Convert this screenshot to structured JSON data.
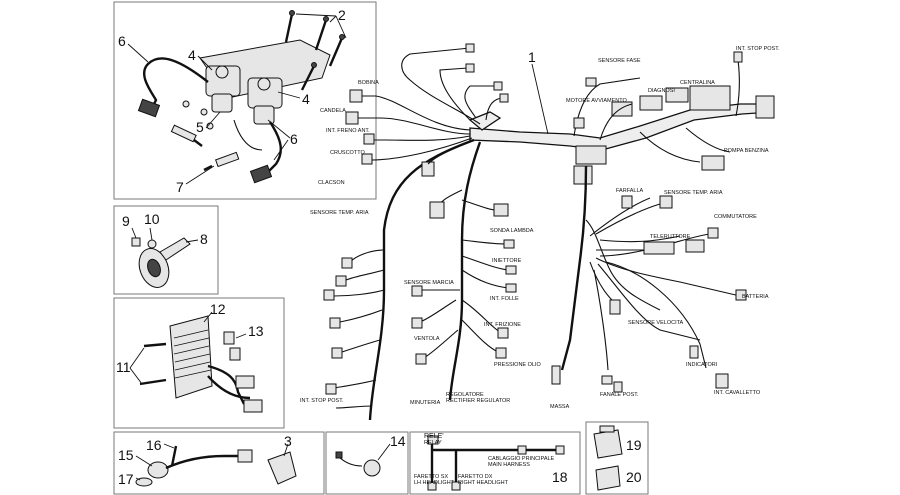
{
  "callouts": [
    "1",
    "2",
    "3",
    "4",
    "5",
    "6",
    "7",
    "8",
    "9",
    "10",
    "11",
    "12",
    "13",
    "14",
    "15",
    "16",
    "17",
    "18",
    "19",
    "20"
  ],
  "labels": {
    "rele": "RELE'",
    "rele_sub": "RELAY",
    "cablaggio": "CABLAGGIO PRINCIPALE",
    "cablaggio_sub": "MAIN HARNESS",
    "faretto_sx": "FARETTO SX",
    "faretto_sx_sub": "LH HEADLIGHT",
    "faretto_dx": "FARETTO DX",
    "faretto_dx_sub": "RIGHT HEADLIGHT",
    "int_stop_post": "INT. STOP POST.",
    "regolatore": "REGOLATORE",
    "regolatore_sub": "RECTIFIER REGULATOR",
    "sensore_fase": "SENSORE FASE",
    "motore_avviamento": "MOTORE AVVIAMENTO",
    "sonda_lambda": "SONDA LAMBDA",
    "bobina": "BOBINA",
    "candela": "CANDELA",
    "clacson": "CLACSON",
    "teleruttore": "TELERUTTORE",
    "sensore_velocita": "SENSORE VELOCITA",
    "sensore_marcia": "SENSORE MARCIA",
    "pompa_benzina": "POMPA BENZINA",
    "freno_ant": "INT. FRENO ANT.",
    "temp_aria": "SENSORE TEMP. ARIA",
    "massa": "MASSA",
    "centralina": "CENTRALINA",
    "cavalletto": "INT. CAVALLETTO",
    "frizione": "INT. FRIZIONE",
    "iniettore": "INIETTORE",
    "folle": "INT. FOLLE",
    "ventola": "VENTOLA",
    "diagnosi": "DIAGNOSI",
    "dashboard": "CRUSCOTTO",
    "batteria": "BATTERIA",
    "fanale": "FANALE POST.",
    "frecce": "INDICATORI",
    "commutatore": "COMMUTATORE",
    "farfalla": "FARFALLA",
    "olio": "PRESSIONE OLIO",
    "minuteria": "MINUTERIA"
  }
}
